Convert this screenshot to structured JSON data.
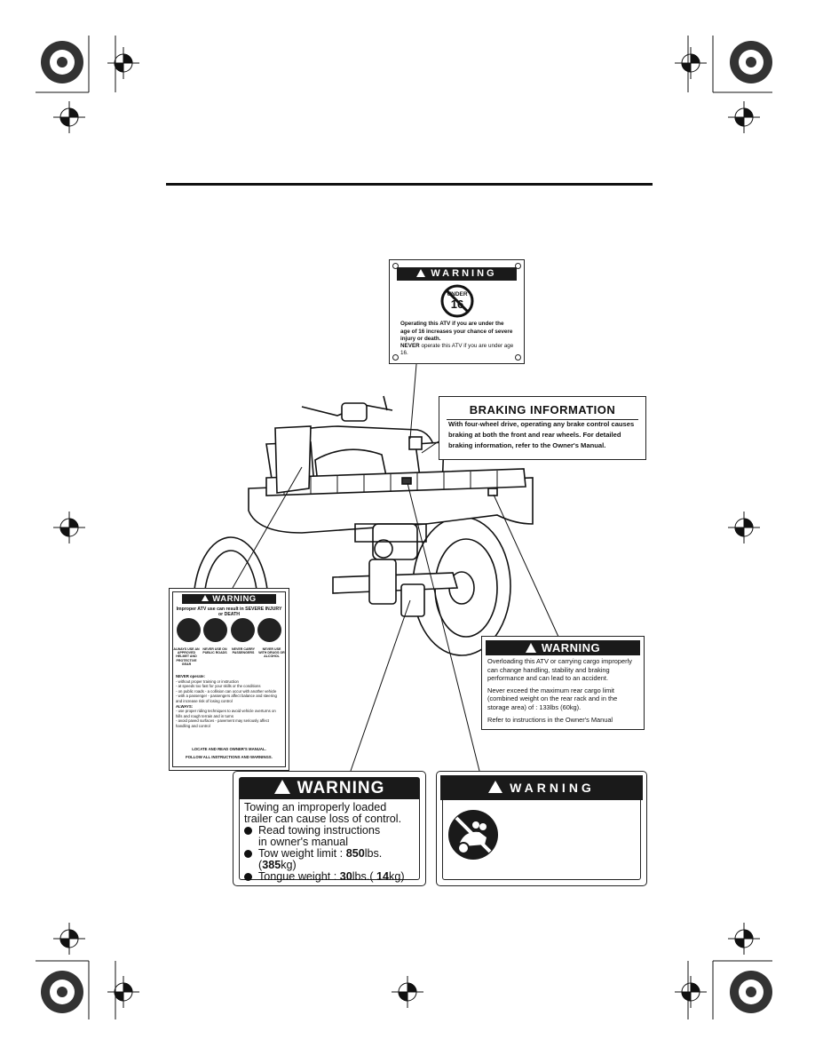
{
  "labels": {
    "under16": {
      "warning": "WARNING",
      "sign_top": "UNDER",
      "sign_number": "16",
      "text": "Operating this ATV if you are under the age of 16 increases your chance of severe injury or death.",
      "never_prefix": "NEVER",
      "never_text": "operate this ATV if you are under age 16."
    },
    "braking": {
      "title": "BRAKING  INFORMATION",
      "text": "With four-wheel drive, operating any brake control causes braking at both the front and rear wheels. For detailed braking information, refer to the Owner's Manual."
    },
    "overloading": {
      "warning": "WARNING",
      "p1": "Overloading this ATV or carrying cargo improperly can change handling, stability and braking performance and can lead to an accident.",
      "p2": "Never exceed the maximum rear cargo limit (combined weight on the rear rack and in the storage area) of : 133lbs (60kg).",
      "p3": "Refer to instructions in the Owner's Manual"
    },
    "improper_use": {
      "warning": "WARNING",
      "head": "Improper ATV use can result in SEVERE INJURY or DEATH",
      "captions": [
        "ALWAYS USE AN APPROVED HELMET AND PROTECTIVE GEAR",
        "NEVER USE ON PUBLIC ROADS",
        "NEVER CARRY PASSENGERS",
        "NEVER USE WITH DRUGS OR ALCOHOL"
      ],
      "never_operate": "NEVER operate:",
      "lines": [
        "- without proper training or instruction",
        "- at speeds too fast for your skills or the conditions",
        "- on public roads - a collision can occur with another vehicle",
        "- with a passenger - passengers affect balance and steering and increase risk of losing control"
      ],
      "always": "ALWAYS:",
      "always_lines": [
        "- use proper riding techniques to avoid vehicle overturns on hills and rough terrain and in turns",
        "- avoid paved surfaces - pavement may seriously affect handling and control"
      ],
      "foot1": "LOCATE AND READ OWNER'S MANUAL.",
      "foot2": "FOLLOW ALL INSTRUCTIONS AND WARNINGS."
    },
    "towing": {
      "warning": "WARNING",
      "line1": "Towing  an  improperly  loaded",
      "line2": "trailer can cause loss of control.",
      "bullet1a": "Read  towing  instructions",
      "bullet1b": "in  owner's  manual",
      "bullet2_label": "Tow weight limit  : ",
      "bullet2_lbs": "850",
      "bullet2_lbs_unit": "lbs.(",
      "bullet2_kg": "385",
      "bullet2_kg_unit": "kg)",
      "bullet3_label": "Tongue  weight   :  ",
      "bullet3_lbs": "30",
      "bullet3_lbs_unit": "lbs.(  ",
      "bullet3_kg": "14",
      "bullet3_kg_unit": "kg)"
    },
    "passenger": {
      "warning": "WARNING"
    }
  }
}
